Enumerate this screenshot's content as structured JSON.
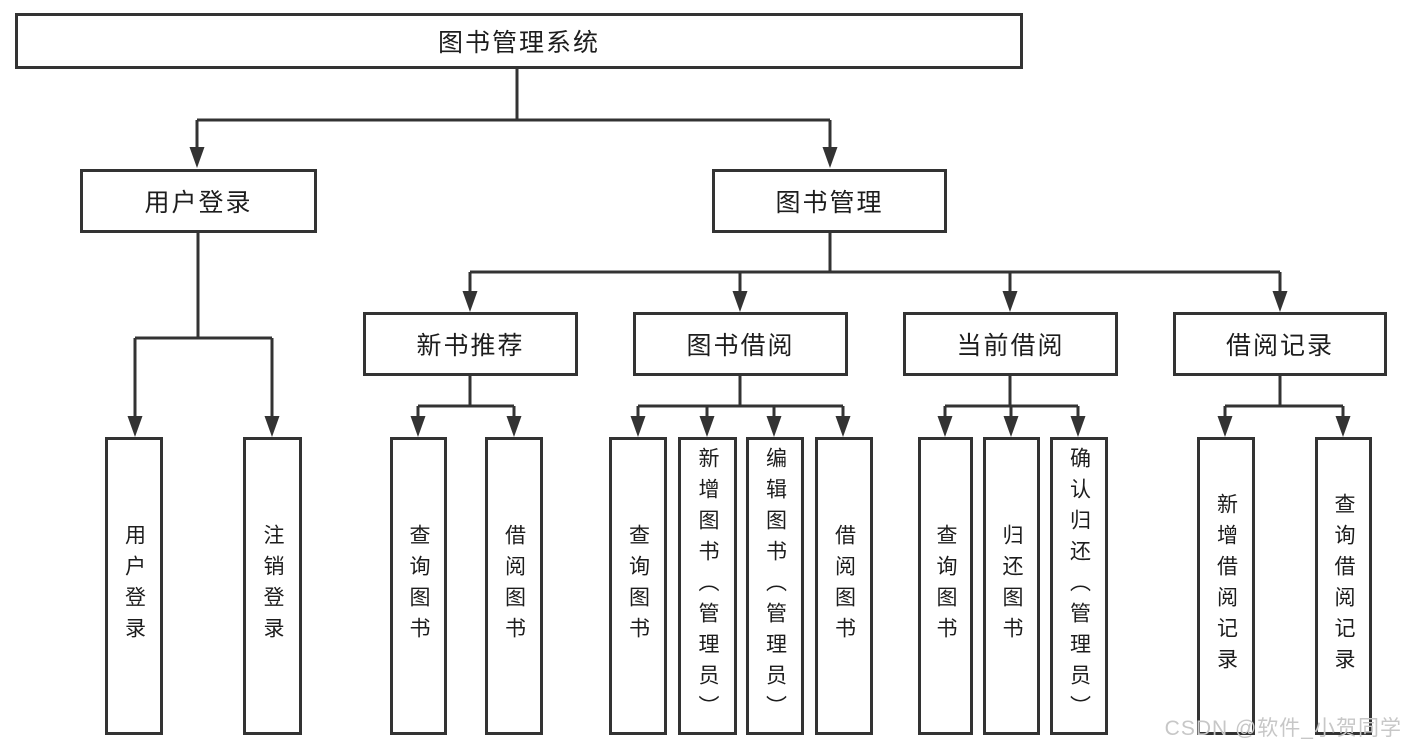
{
  "page": {
    "background": "#ffffff"
  },
  "colors": {
    "line": "#333333",
    "box_border": "#333333",
    "text": "#1d1d1d",
    "watermark": "#c7c7c7"
  },
  "diagram": {
    "root": {
      "label": "图书管理系统"
    },
    "level2": [
      {
        "label": "用户登录"
      },
      {
        "label": "图书管理"
      }
    ],
    "level3": [
      {
        "label": "新书推荐"
      },
      {
        "label": "图书借阅"
      },
      {
        "label": "当前借阅"
      },
      {
        "label": "借阅记录"
      }
    ],
    "leaves": {
      "user_login_group": [
        "用户登录",
        "注销登录"
      ],
      "new_book_group": [
        "查询图书",
        "借阅图书"
      ],
      "book_borrow_group": [
        "查询图书",
        "新增图书（管理员）",
        "编辑图书（管理员）",
        "借阅图书"
      ],
      "current_borrow_group": [
        "查询图书",
        "归还图书",
        "确认归还（管理员）"
      ],
      "records_group": [
        "新增借阅记录",
        "查询借阅记录"
      ]
    }
  },
  "watermark": {
    "text": "CSDN @软件_小贺同学"
  }
}
